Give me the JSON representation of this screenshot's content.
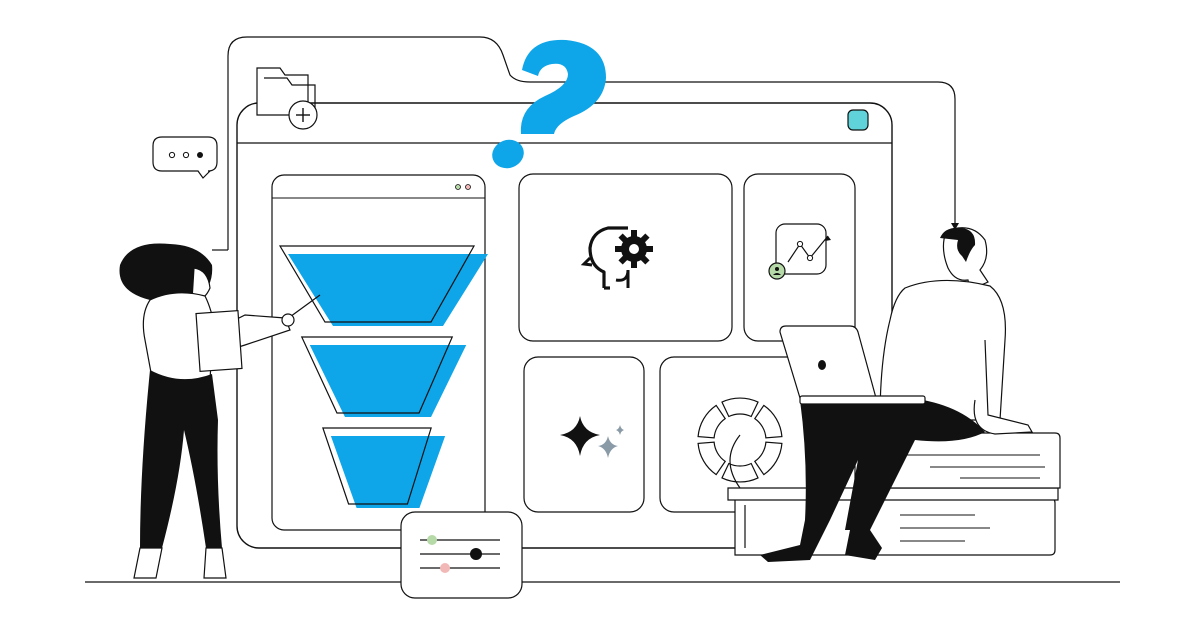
{
  "colors": {
    "accent": "#0ea5e9",
    "ink": "#0a0a0a",
    "dashboard_dot_teal": "#5fd3d9",
    "slider_green": "#b6d9a8",
    "slider_pink": "#f2b8b8",
    "avatar_green": "#b6d9a8"
  },
  "icons": {
    "folder_add": "folder-plus-icon",
    "chat": "chat-bubble-icon",
    "question": "question-mark-icon",
    "mind": "head-gear-icon",
    "growth": "user-growth-chart-icon",
    "sparkle": "sparkle-icon",
    "sliders": "sliders-icon",
    "donut": "donut-chart-icon",
    "laptop": "laptop-icon"
  },
  "funnel": {
    "stages": [
      {
        "level": 1.0
      },
      {
        "level": 0.66
      },
      {
        "level": 0.33
      }
    ]
  }
}
